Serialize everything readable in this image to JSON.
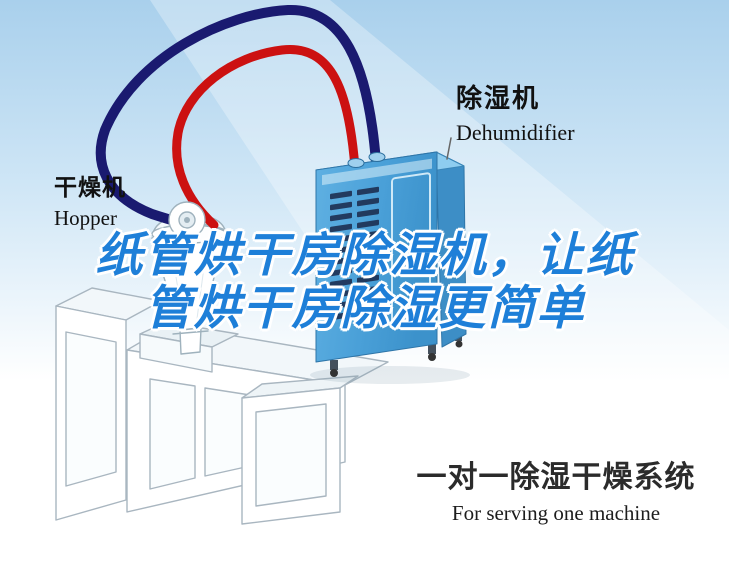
{
  "labels": {
    "dehumidifier": {
      "zh": "除湿机",
      "en": "Dehumidifier"
    },
    "hopper": {
      "zh": "干燥机",
      "en": "Hopper"
    }
  },
  "headline": {
    "line1": "纸管烘干房除湿机，让纸",
    "line2": "管烘干房除湿更简单"
  },
  "caption": {
    "zh": "一对一除湿干燥系统",
    "en": "For serving one machine"
  },
  "colors": {
    "headline_blue": "#1e7fd8",
    "pipe_red": "#cc1111",
    "pipe_navy": "#1a1a70",
    "machine_blue": "#4aa0d8",
    "background_sky": "#a9d0ec"
  }
}
